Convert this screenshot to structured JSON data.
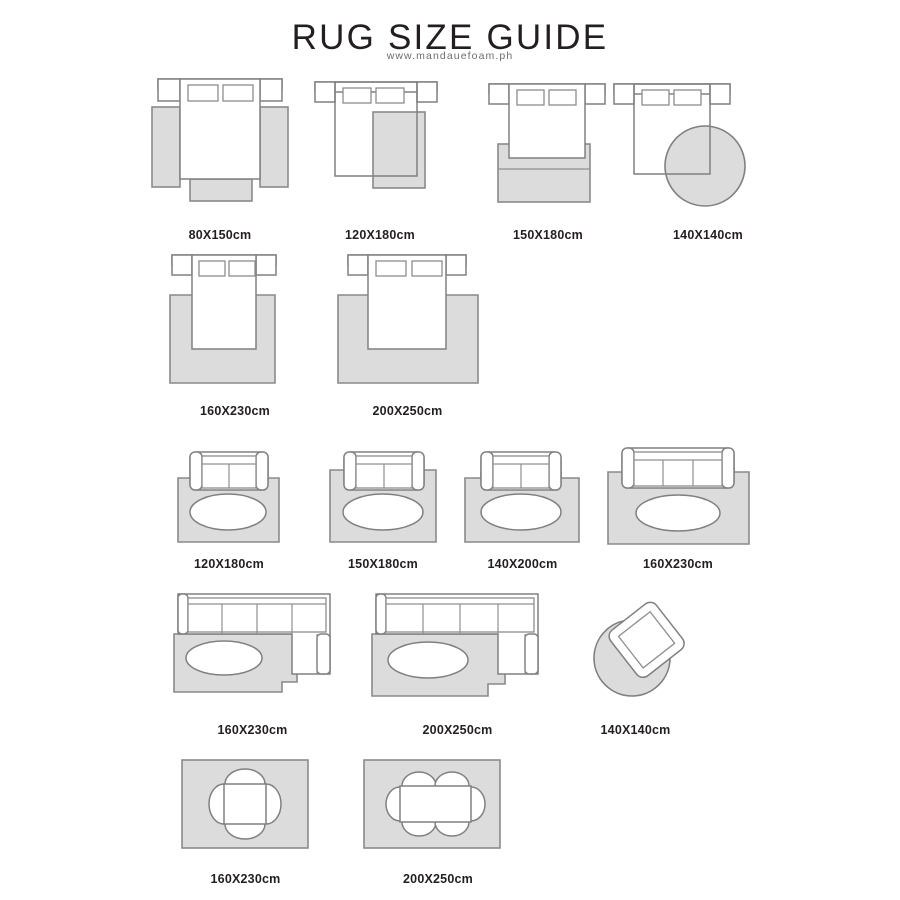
{
  "header": {
    "title": "RUG SIZE GUIDE",
    "website": "www.mandauefoam.ph"
  },
  "rows": [
    {
      "name": "bedroom-row-1",
      "items": [
        {
          "label": "80X150cm",
          "scene": "bed-two-runners-one-foot"
        },
        {
          "label": "120X180cm",
          "scene": "bed-side-rug-right"
        },
        {
          "label": "150X180cm",
          "scene": "bed-foot-rug"
        },
        {
          "label": "140X140cm",
          "scene": "bed-round-rug-corner"
        }
      ]
    },
    {
      "name": "bedroom-row-2",
      "items": [
        {
          "label": "160X230cm",
          "scene": "bed-under-rug-medium"
        },
        {
          "label": "200X250cm",
          "scene": "bed-under-rug-large"
        }
      ]
    },
    {
      "name": "living-sofa-row",
      "items": [
        {
          "label": "120X180cm",
          "scene": "sofa-two-seat-rug-small"
        },
        {
          "label": "150X180cm",
          "scene": "sofa-two-seat-rug-medium"
        },
        {
          "label": "140X200cm",
          "scene": "sofa-two-seat-rug-wide"
        },
        {
          "label": "160X230cm",
          "scene": "sofa-three-seat-rug-large"
        }
      ]
    },
    {
      "name": "living-sectional-row",
      "items": [
        {
          "label": "160X230cm",
          "scene": "sectional-l-shape-rug-medium"
        },
        {
          "label": "200X250cm",
          "scene": "sectional-l-shape-rug-large"
        },
        {
          "label": "140X140cm",
          "scene": "armchair-round-rug"
        }
      ]
    },
    {
      "name": "dining-row",
      "items": [
        {
          "label": "160X230cm",
          "scene": "dining-square-table-four-chairs"
        },
        {
          "label": "200X250cm",
          "scene": "dining-rect-table-six-chairs"
        }
      ]
    }
  ],
  "colors": {
    "rug_fill": "#dcdcdc",
    "rug_stroke": "#8a8a8a",
    "object_fill": "#ffffff",
    "object_stroke": "#808080",
    "text": "#231f20",
    "subtitle": "#6d6d6d",
    "background": "#ffffff"
  }
}
